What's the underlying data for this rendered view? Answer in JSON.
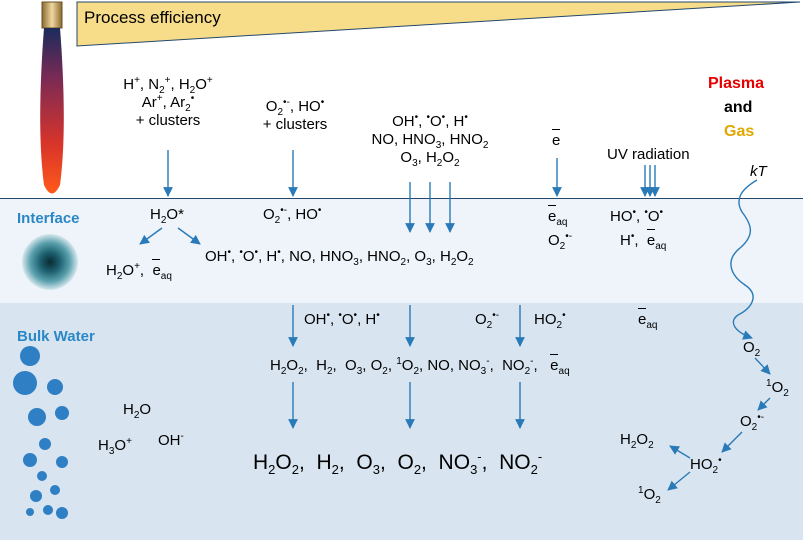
{
  "title": "Process efficiency",
  "side_labels": {
    "plasma": "Plasma",
    "and": "and",
    "gas": "Gas",
    "kt": "kT"
  },
  "colors": {
    "plasma": "#e60000",
    "gas": "#e0a800",
    "section_label": "#2a88c6",
    "arrow": "#2a7ab8",
    "triangle": "#f7dc8a"
  },
  "sections": {
    "interface": "Interface",
    "bulk": "Bulk Water"
  },
  "gas_phase": {
    "ions": [
      "H+, N2+, H2O+",
      "Ar+, Ar2•",
      "+ clusters"
    ],
    "radicals": [
      "O2•-, HO•",
      "+ clusters"
    ],
    "neutrals": [
      "OH•, •O•, H•",
      "NO, HNO3, HNO2",
      "O3, H2O2"
    ],
    "electron": "e",
    "uv": "UV radiation"
  },
  "interface": {
    "h2o_star": "H2O*",
    "o2_ho": "O2•-, HO•",
    "h2o_plus_eaq": "H2O+, eaq",
    "products": "OH•, •O•, H•, NO, HNO3, HNO2, O3, H2O2",
    "eaq_o2": [
      "eaq",
      "O2•-"
    ],
    "uv_products": [
      "HO•, •O•",
      "H•, eaq"
    ]
  },
  "bulk": {
    "row1": {
      "a": "OH•, •O•, H•",
      "b": "O2•-",
      "c": "HO2•",
      "d": "eaq"
    },
    "row2": "H2O2, H2, O3, O2, 1O2, NO, NO3-, NO2-, eaq",
    "final": "H2O2, H2, O3, O2, NO3-, NO2-",
    "water": [
      "H2O",
      "H3O+",
      "OH-"
    ],
    "chain": [
      "O2",
      "1O2",
      "O2•-",
      "HO2•",
      "H2O2",
      "1O2"
    ]
  }
}
